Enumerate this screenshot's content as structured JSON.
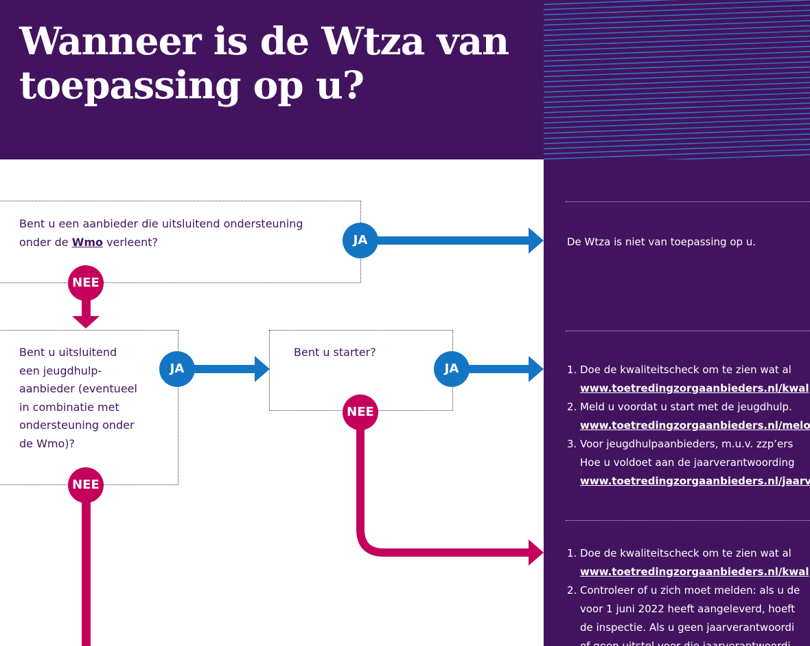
{
  "header": {
    "title_line1": "Wanneer is de Wtza van",
    "title_line2": "toepassing op u?"
  },
  "colors": {
    "purple": "#42145f",
    "blue": "#1475c4",
    "magenta": "#c4005c",
    "stripe": "#3a78c9"
  },
  "questions": {
    "q1": {
      "prefix": "Bent u een aanbieder die uitsluitend ondersteuning",
      "line2_before": "onder de ",
      "link": "Wmo",
      "line2_after": " verleent?"
    },
    "q2": {
      "lines": [
        "Bent u uitsluitend",
        "een jeugdhulp-",
        "aanbieder (eventueel",
        "in combinatie met",
        "ondersteuning onder",
        "de Wmo)?"
      ]
    },
    "q3": {
      "text": "Bent u starter?"
    }
  },
  "labels": {
    "ja": "JA",
    "nee": "NEE"
  },
  "answers": {
    "a1": "De Wtza is niet van toepassing op u.",
    "a2": [
      {
        "num": "1.",
        "text": "Doe de kwaliteitscheck om te zien wat al",
        "url": "www.toetredingzorgaanbieders.nl/kwal"
      },
      {
        "num": "2.",
        "text": "Meld u voordat u start met de jeugdhulp.",
        "url": "www.toetredingzorgaanbieders.nl/melo"
      },
      {
        "num": "3.",
        "text": "Voor jeugdhulpaanbieders, m.u.v. zzp’ers",
        "text2": "Hoe u voldoet aan de jaarverantwoording",
        "url": "www.toetredingzorgaanbieders.nl/jaarv"
      }
    ],
    "a3": [
      {
        "num": "1.",
        "text": "Doe de kwaliteitscheck om te zien wat al",
        "url": "www.toetredingzorgaanbieders.nl/kwal"
      },
      {
        "num": "2.",
        "lines": [
          "Controleer of u zich moet melden: als u de",
          "voor 1 juni 2022 heeft aangeleverd, hoeft",
          "de inspectie. Als u geen jaarverantwoordi",
          "of geen uitstel voor die jaarverantwoordi"
        ]
      }
    ]
  }
}
